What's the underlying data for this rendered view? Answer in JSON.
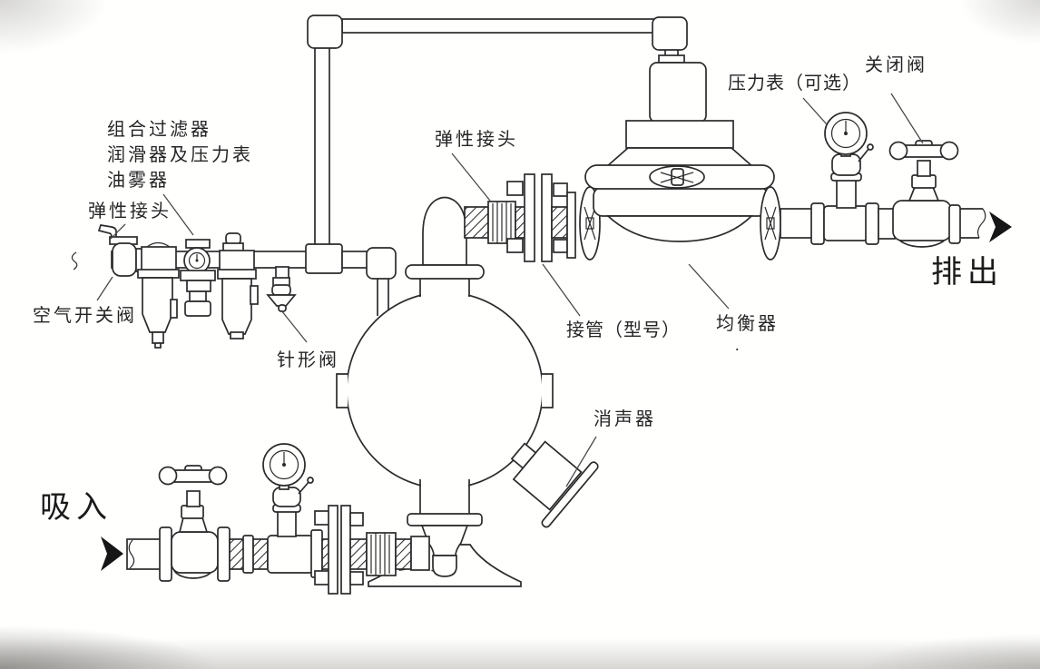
{
  "figure": {
    "kind": "piping installation line drawing",
    "colors": {
      "ink": "#2b2b2b",
      "paper": "#ffffff"
    },
    "labels": {
      "filter_group_line1": "组合过滤器",
      "filter_group_line2": "润滑器及压力表",
      "filter_group_line3": "油雾器",
      "flexible_joint_air": "弹性接头",
      "air_switch_valve": "空气开关阀",
      "needle_valve": "针形阀",
      "flexible_joint_pump": "弹性接头",
      "pipe_connection": "接管（型号）",
      "equalizer": "均衡器",
      "equalizer_dot": ".",
      "pressure_gauge_optional": "压力表（可选）",
      "shutoff_valve": "关闭阀",
      "muffler": "消声器",
      "discharge": "排出",
      "suction": "吸入"
    }
  }
}
